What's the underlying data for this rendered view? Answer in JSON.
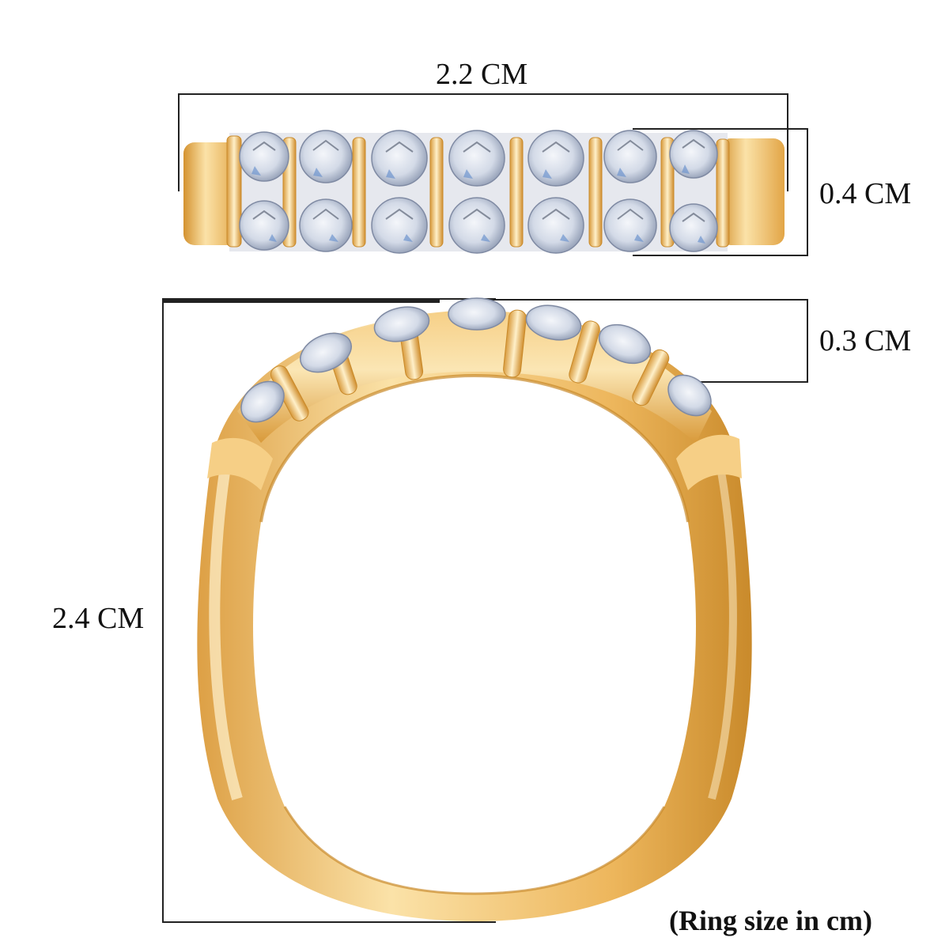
{
  "diagram": {
    "subject": "Ring with two rows of round stones in channel bar setting",
    "metal_color": "#E9B45A",
    "metal_highlight": "#FBE2A8",
    "metal_shadow": "#C98A2B",
    "stone_color": "#DDE4F0",
    "stone_facet_dark": "#3A4458",
    "stone_facet_blue": "#6F95CE",
    "line_color": "#222222",
    "top_view": {
      "stone_columns": 7,
      "stone_rows": 2,
      "width_label": "2.2 CM",
      "height_label": "0.4 CM"
    },
    "side_view": {
      "visible_stones": 7,
      "head_height_label": "0.3 CM",
      "total_height_label": "2.4 CM"
    },
    "caption": "(Ring size in cm)"
  }
}
